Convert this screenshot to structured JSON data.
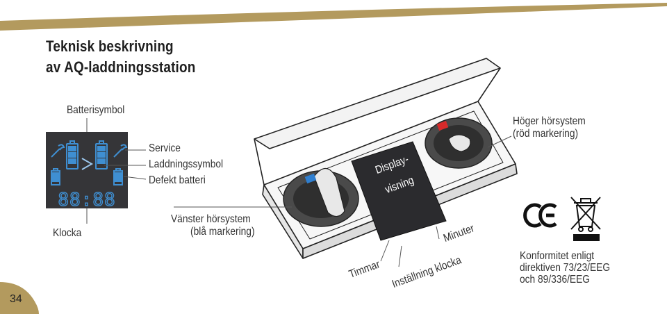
{
  "title": {
    "line1": "Teknisk beskrivning",
    "line2": "av AQ-laddningsstation"
  },
  "display_legend": {
    "battery_symbol": "Batterisymbol",
    "service": "Service",
    "charging_symbol": "Laddningssymbol",
    "defective_battery": "Defekt batteri",
    "clock": "Klocka",
    "clock_readout": "88:88"
  },
  "device": {
    "left_system_line1": "Vänster hörsystem",
    "left_system_line2": "(blå markering)",
    "right_system_line1": "Höger hörsystem",
    "right_system_line2": "(röd markering)",
    "display_line1": "Display-",
    "display_line2": "visning",
    "hours": "Timmar",
    "minutes": "Minuter",
    "clock_setting": "Inställning klocka"
  },
  "conformity": {
    "line1": "Konformitet enligt",
    "line2": "direktiven 73/23/EEG",
    "line3": "och 89/336/EEG"
  },
  "page_number": "34",
  "colors": {
    "gold": "#b39a5e",
    "display_bg": "#353538",
    "display_icon": "#3f8fd2",
    "blue_marker": "#2f7fd0",
    "red_marker": "#d62a2a"
  }
}
